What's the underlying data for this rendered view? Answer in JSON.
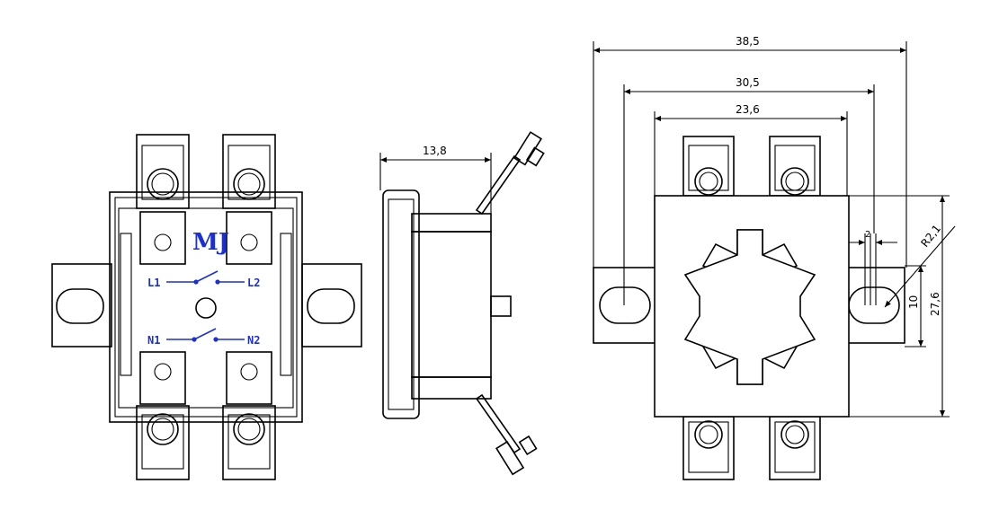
{
  "front_view": {
    "brand": "MJ",
    "terminals": {
      "l1": "L1",
      "l2": "L2",
      "n1": "N1",
      "n2": "N2"
    }
  },
  "side_view": {
    "depth": "13,8"
  },
  "mounting_view": {
    "overall_width": "38,5",
    "hole_spacing": "30,5",
    "body_width": "23,6",
    "slot_width": "2",
    "radius": "R2,1",
    "slot_height": "10",
    "body_height": "27,6"
  }
}
